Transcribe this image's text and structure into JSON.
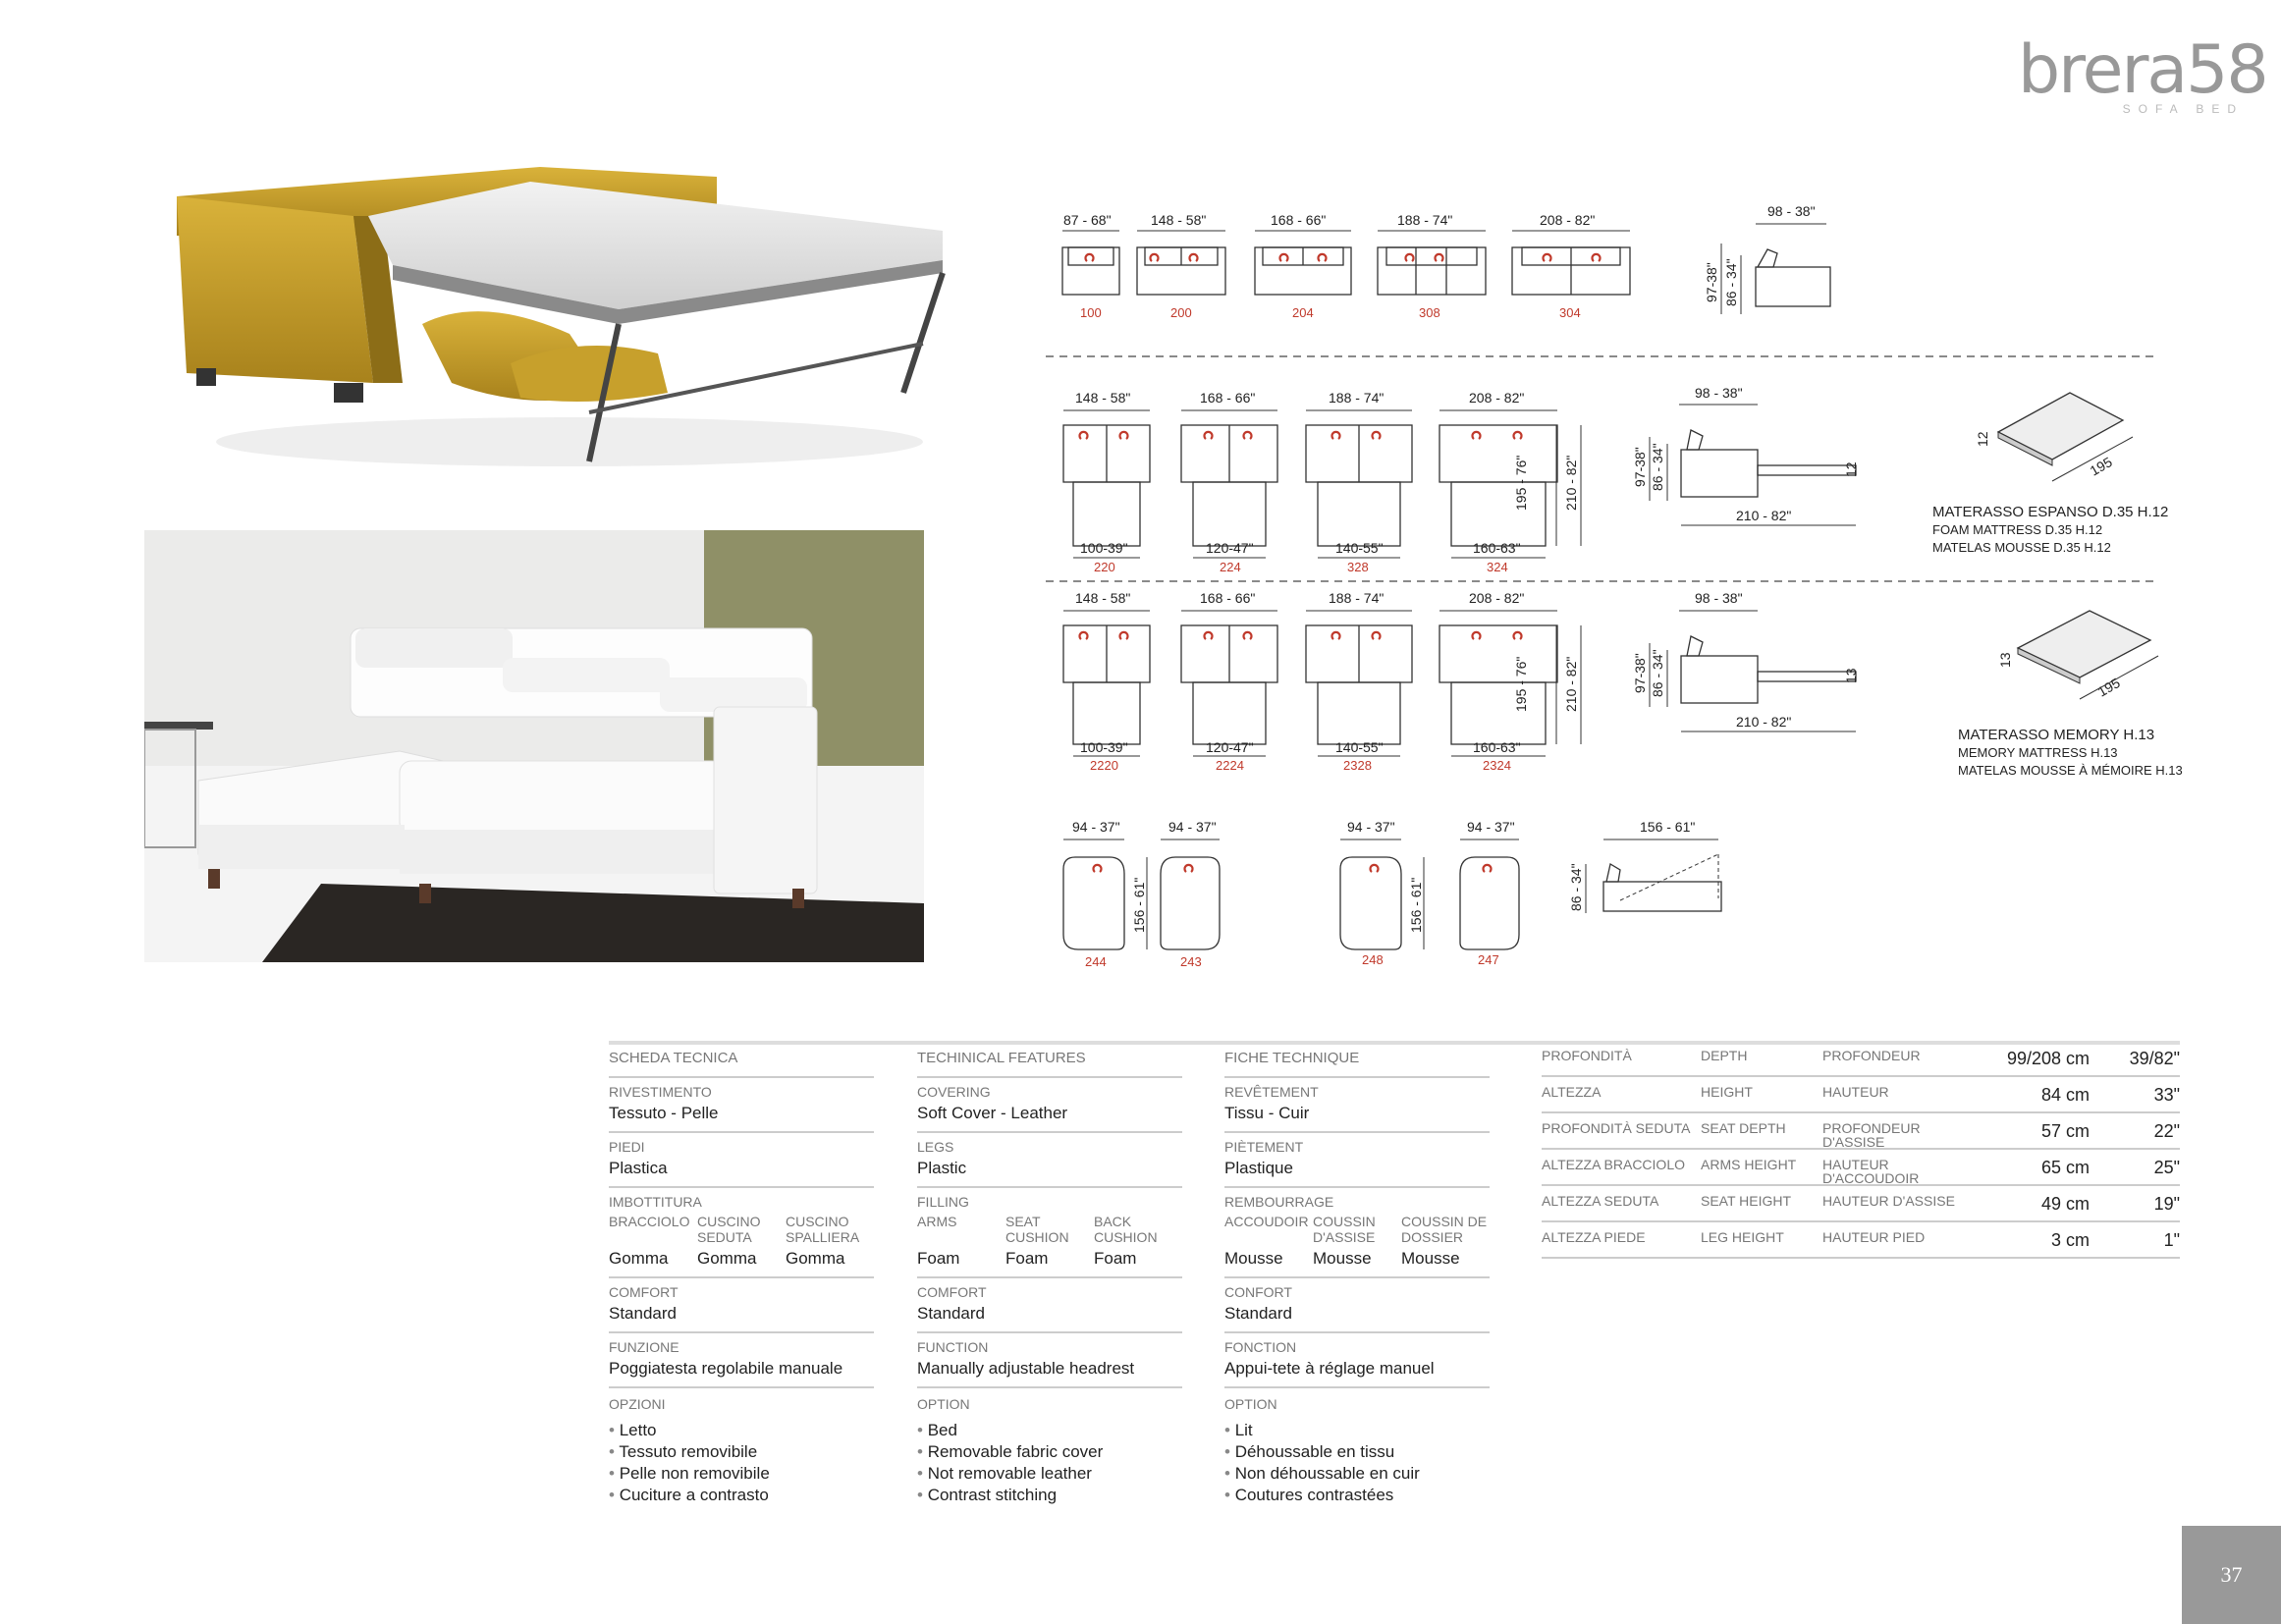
{
  "logo": {
    "word": "brera58",
    "sub": "SOFA BED"
  },
  "page_number": "37",
  "diagram": {
    "row1": {
      "widths": [
        "87 - 68\"",
        "148 - 58\"",
        "168 - 66\"",
        "188 - 74\"",
        "208 - 82\""
      ],
      "codes": [
        "100",
        "200",
        "204",
        "308",
        "304"
      ],
      "side_depth": "98 - 38\"",
      "side_h1": "97-38\"",
      "side_h2": "86 - 34\""
    },
    "row2": {
      "widths": [
        "148 - 58\"",
        "168 - 66\"",
        "188 - 74\"",
        "208 - 82\""
      ],
      "bed_widths": [
        "100-39\"",
        "120-47\"",
        "140-55\"",
        "160-63\""
      ],
      "codes": [
        "220",
        "224",
        "328",
        "324"
      ],
      "len1": "195 - 76\"",
      "len2": "210 - 82\"",
      "side_depth": "98 - 38\"",
      "side_h1": "97-38\"",
      "side_h2": "86 - 34\"",
      "side_len": "210 - 82\"",
      "side_thick": "12",
      "mat_w": "12",
      "mat_l": "195",
      "mat_lines": [
        "MATERASSO ESPANSO D.35 H.12",
        "FOAM MATTRESS D.35 H.12",
        "MATELAS MOUSSE D.35 H.12"
      ]
    },
    "row3": {
      "widths": [
        "148 - 58\"",
        "168 - 66\"",
        "188 - 74\"",
        "208 - 82\""
      ],
      "bed_widths": [
        "100-39\"",
        "120-47\"",
        "140-55\"",
        "160-63\""
      ],
      "codes": [
        "2220",
        "2224",
        "2328",
        "2324"
      ],
      "len1": "195 - 76\"",
      "len2": "210 - 82\"",
      "side_depth": "98 - 38\"",
      "side_h1": "97-38\"",
      "side_h2": "86 - 34\"",
      "side_len": "210 - 82\"",
      "side_thick": "13",
      "mat_w": "13",
      "mat_l": "195",
      "mat_lines": [
        "MATERASSO MEMORY H.13",
        "MEMORY MATTRESS H.13",
        "MATELAS MOUSSE À MÉMOIRE H.13"
      ]
    },
    "row4": {
      "widths": [
        "94 - 37\"",
        "94 - 37\"",
        "94 - 37\"",
        "94 - 37\""
      ],
      "codes": [
        "244",
        "243",
        "248",
        "247"
      ],
      "len": "156 - 61\"",
      "side_depth": "156 - 61\"",
      "side_h": "86 - 34\""
    }
  },
  "sheet": [
    {
      "header": "SCHEDA TECNICA",
      "covering_label": "RIVESTIMENTO",
      "covering_value": "Tessuto - Pelle",
      "legs_label": "PIEDI",
      "legs_value": "Plastica",
      "filling_label": "IMBOTTITURA",
      "filling_sub": [
        {
          "label": "BRACCIOLO",
          "value": "Gomma"
        },
        {
          "label": "CUSCINO SEDUTA",
          "value": "Gomma"
        },
        {
          "label": "CUSCINO SPALLIERA",
          "value": "Gomma"
        }
      ],
      "comfort_label": "COMFORT",
      "comfort_value": "Standard",
      "function_label": "FUNZIONE",
      "function_value": "Poggiatesta regolabile manuale",
      "options_label": "OPZIONI",
      "options": [
        "Letto",
        "Tessuto removibile",
        "Pelle non removibile",
        "Cuciture a contrasto"
      ]
    },
    {
      "header": "TECHINICAL FEATURES",
      "covering_label": "COVERING",
      "covering_value": "Soft Cover - Leather",
      "legs_label": "LEGS",
      "legs_value": "Plastic",
      "filling_label": "FILLING",
      "filling_sub": [
        {
          "label": "ARMS",
          "value": "Foam"
        },
        {
          "label": "SEAT CUSHION",
          "value": "Foam"
        },
        {
          "label": "BACK CUSHION",
          "value": "Foam"
        }
      ],
      "comfort_label": "COMFORT",
      "comfort_value": "Standard",
      "function_label": "FUNCTION",
      "function_value": "Manually adjustable headrest",
      "options_label": "OPTION",
      "options": [
        "Bed",
        "Removable fabric cover",
        "Not removable leather",
        "Contrast stitching"
      ]
    },
    {
      "header": "FICHE TECHNIQUE",
      "covering_label": "REVÊTEMENT",
      "covering_value": "Tissu - Cuir",
      "legs_label": "PIÈTEMENT",
      "legs_value": "Plastique",
      "filling_label": "REMBOURRAGE",
      "filling_sub": [
        {
          "label": "ACCOUDOIR",
          "value": "Mousse"
        },
        {
          "label": "COUSSIN D'ASSISE",
          "value": "Mousse"
        },
        {
          "label": "COUSSIN DE DOSSIER",
          "value": "Mousse"
        }
      ],
      "comfort_label": "CONFORT",
      "comfort_value": "Standard",
      "function_label": "FONCTION",
      "function_value": "Appui-tete à réglage manuel",
      "options_label": "OPTION",
      "options": [
        "Lit",
        "Déhoussable en tissu",
        "Non déhoussable en cuir",
        "Coutures contrastées"
      ]
    }
  ],
  "dims": [
    {
      "it": "PROFONDITÀ",
      "en": "DEPTH",
      "fr": "PROFONDEUR",
      "cm": "99/208 cm",
      "in": "39/82\""
    },
    {
      "it": "ALTEZZA",
      "en": "HEIGHT",
      "fr": "HAUTEUR",
      "cm": "84 cm",
      "in": "33\""
    },
    {
      "it": "PROFONDITÀ SEDUTA",
      "en": "SEAT DEPTH",
      "fr": "PROFONDEUR D'ASSISE",
      "cm": "57 cm",
      "in": "22\""
    },
    {
      "it": "ALTEZZA BRACCIOLO",
      "en": "ARMS HEIGHT",
      "fr": "HAUTEUR D'ACCOUDOIR",
      "cm": "65 cm",
      "in": "25\""
    },
    {
      "it": "ALTEZZA SEDUTA",
      "en": "SEAT HEIGHT",
      "fr": "HAUTEUR D'ASSISE",
      "cm": "49 cm",
      "in": "19\""
    },
    {
      "it": "ALTEZZA PIEDE",
      "en": "LEG HEIGHT",
      "fr": "HAUTEUR PIED",
      "cm": "3 cm",
      "in": "1\""
    }
  ]
}
